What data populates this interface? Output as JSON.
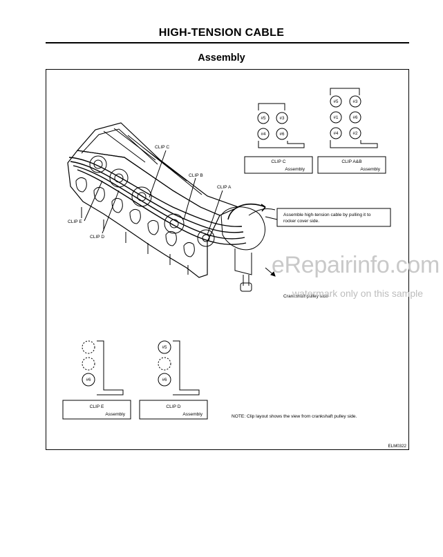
{
  "page": {
    "title": "HIGH-TENSION CABLE",
    "subtitle": "Assembly"
  },
  "figure": {
    "clip_labels": {
      "c": "CLIP C",
      "b": "CLIP B",
      "a": "CLIP A",
      "e": "CLIP E",
      "d": "CLIP D"
    },
    "callout": "Assemble high-tension cable by pulling it to rocker cover side.",
    "callout_line1": "Assemble high-tension cable by pulling it to",
    "callout_line2": "rocker cover side.",
    "crank_label": "Crankshaft pulley side",
    "note": "NOTE: Clip layout shows the view from crankshaft pulley side.",
    "code": "ELM0322",
    "assembly_label": "Assembly",
    "clip_boxes": {
      "c": {
        "name": "CLIP C",
        "circles": [
          "#5",
          "#3",
          "#4",
          "#6"
        ]
      },
      "ab": {
        "name": "CLIP A&B",
        "circles": [
          "#5",
          "#3",
          "#1",
          "#6",
          "#4",
          "#2"
        ]
      },
      "e": {
        "name": "CLIP E",
        "circles": [
          "",
          "",
          "#6"
        ]
      },
      "d": {
        "name": "CLIP D",
        "circles": [
          "#5",
          "",
          "#6"
        ]
      }
    }
  },
  "watermark": {
    "site": "eRepairinfo.com",
    "note": "watermark only on this sample"
  }
}
